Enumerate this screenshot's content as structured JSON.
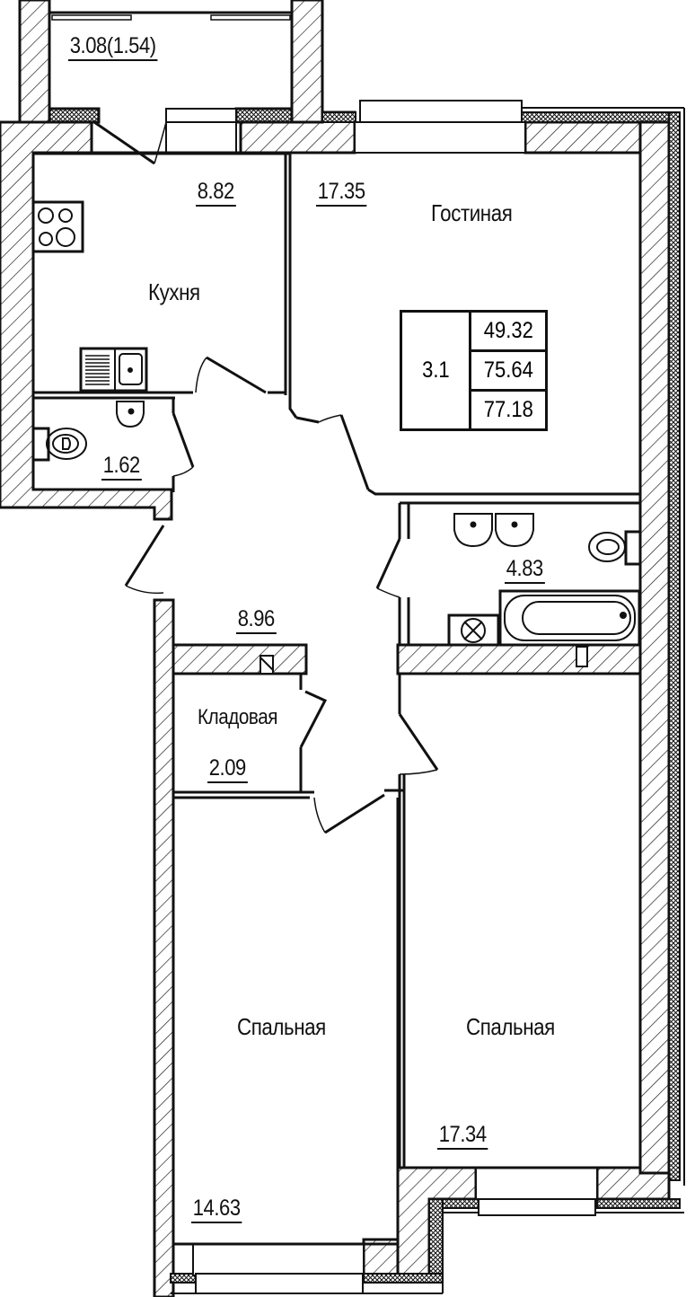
{
  "plan": {
    "colors": {
      "line": "#111111",
      "background": "#ffffff",
      "hatch": "#111111"
    },
    "rooms": [
      {
        "id": "balcony",
        "name": "",
        "area": "3.08(1.54)"
      },
      {
        "id": "kitchen",
        "name": "Кухня",
        "area": "8.82"
      },
      {
        "id": "living",
        "name": "Гостиная",
        "area": "17.35"
      },
      {
        "id": "wc",
        "name": "",
        "area": "1.62"
      },
      {
        "id": "hall",
        "name": "",
        "area": "8.96"
      },
      {
        "id": "bathroom",
        "name": "",
        "area": "4.83"
      },
      {
        "id": "storage",
        "name": "Кладовая",
        "area": "2.09"
      },
      {
        "id": "bedroom1",
        "name": "Спальная",
        "area": "14.63"
      },
      {
        "id": "bedroom2",
        "name": "Спальная",
        "area": "17.34"
      }
    ],
    "summary": {
      "apartment_type": "3.1",
      "living_area": "49.32",
      "total_area": "75.64",
      "total_area_with_balcony": "77.18"
    }
  }
}
